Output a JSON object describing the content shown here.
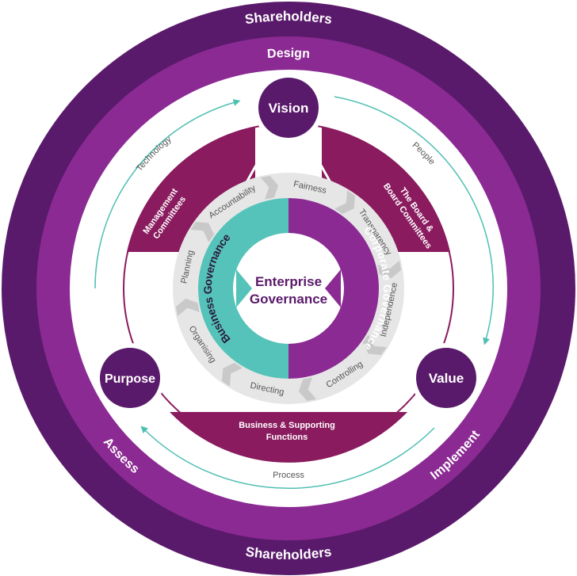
{
  "outer_ring": {
    "top_label": "Shareholders",
    "bottom_label": "Shareholders"
  },
  "cycle_ring": {
    "top": "Design",
    "right": "Implement",
    "left": "Assess"
  },
  "flows": {
    "technology": "Technology",
    "people": "People",
    "process": "Process"
  },
  "nodes": {
    "vision": "Vision",
    "value": "Value",
    "purpose": "Purpose"
  },
  "bands": {
    "management_line1": "Management",
    "management_line2": "Committees",
    "board_line1": "The Board &",
    "board_line2": "Board Committees",
    "business_line1": "Business & Supporting",
    "business_line2": "Functions"
  },
  "process_ring": [
    "Planning",
    "Accountability",
    "Fairness",
    "Transparency",
    "Independence",
    "Controlling",
    "Directing",
    "Organising"
  ],
  "core": {
    "left": "Business Governance",
    "right": "Corporate Governance",
    "center_line1": "Enterprise",
    "center_line2": "Governance"
  },
  "colors": {
    "outer_ring": "#5a1a6b",
    "cycle_ring": "#8b2a93",
    "band": "#8a1b5e",
    "node": "#5a1a6b",
    "teal": "#55c3b9",
    "right_core": "#8b2a93",
    "arrow": "#4fbfb3",
    "grey_ring": "#e6e6e6",
    "grey_arrow": "#c9c9c9"
  }
}
